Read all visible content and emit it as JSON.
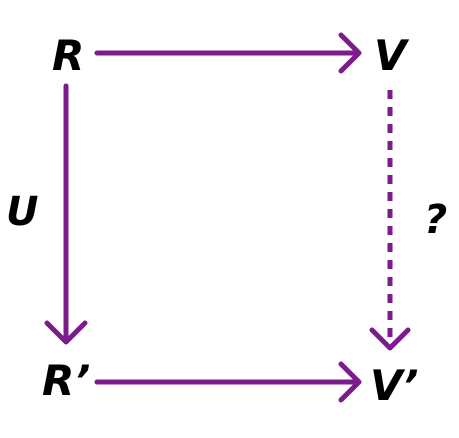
{
  "colors": {
    "arrow": "#7b1b8c",
    "text": "#000000",
    "background": "#ffffff"
  },
  "nodes": {
    "r": "R",
    "v": "V",
    "r_prime": "R’",
    "v_prime": "V’"
  },
  "edges": {
    "left_label": "U",
    "right_label": "?"
  }
}
